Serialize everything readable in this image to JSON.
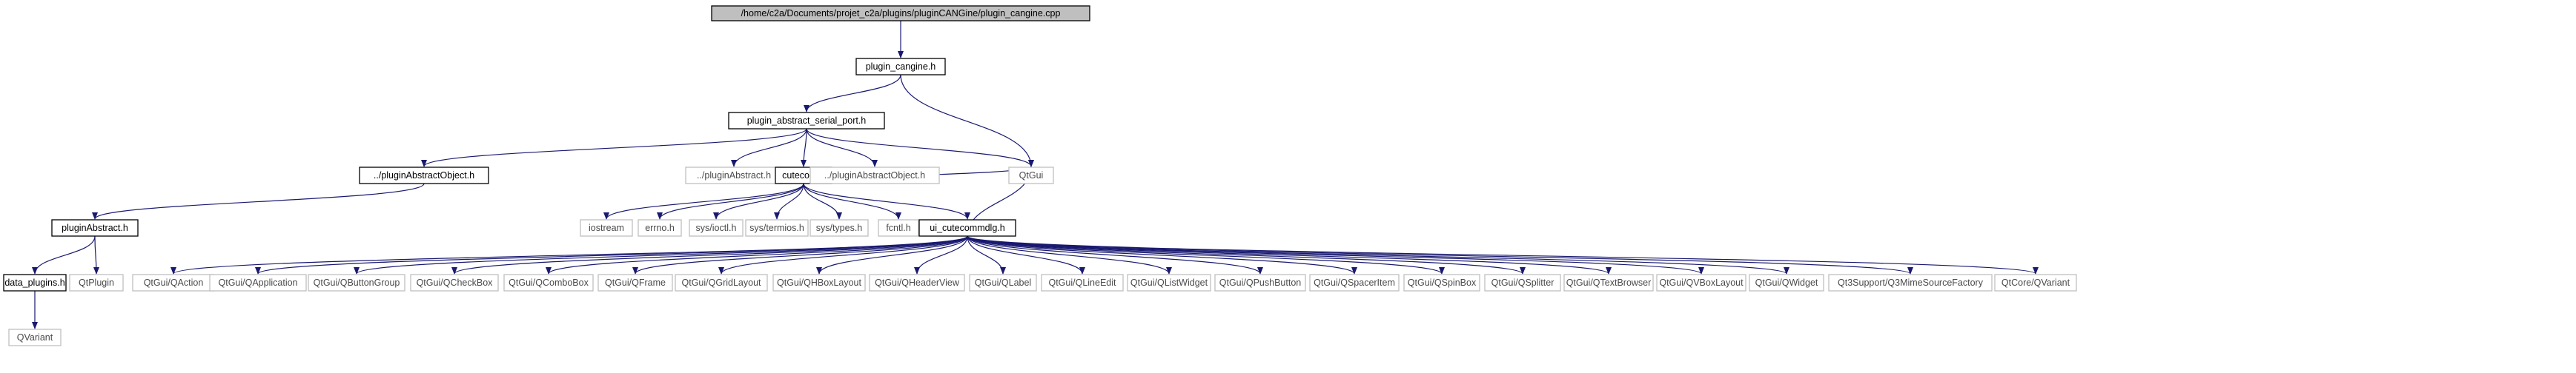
{
  "colors": {
    "edge": "#191970",
    "root_fill": "#bfbfbf",
    "documented_border": "#000000",
    "external_border": "#bfbfbf"
  },
  "nodes": [
    {
      "id": "root",
      "label": "/home/c2a/Documents/projet_c2a/plugins/pluginCANGine/plugin_cangine.cpp",
      "kind": "root"
    },
    {
      "id": "plugin_cangine_h",
      "label": "plugin_cangine.h",
      "kind": "doc"
    },
    {
      "id": "serial_port_h",
      "label": "plugin_abstract_serial_port.h",
      "kind": "doc"
    },
    {
      "id": "pluginAbstractObject_left",
      "label": "../pluginAbstractObject.h",
      "kind": "doc"
    },
    {
      "id": "pluginAbstract_ext",
      "label": "../pluginAbstract.h",
      "kind": "ext"
    },
    {
      "id": "cutecom_h",
      "label": "cutecom.h",
      "kind": "doc"
    },
    {
      "id": "pluginAbstractObject_ext",
      "label": "../pluginAbstractObject.h",
      "kind": "ext"
    },
    {
      "id": "pluginAbstract_h",
      "label": "pluginAbstract.h",
      "kind": "doc"
    },
    {
      "id": "iostream",
      "label": "iostream",
      "kind": "ext"
    },
    {
      "id": "errno",
      "label": "errno.h",
      "kind": "ext"
    },
    {
      "id": "ioctl",
      "label": "sys/ioctl.h",
      "kind": "ext"
    },
    {
      "id": "termios",
      "label": "sys/termios.h",
      "kind": "ext"
    },
    {
      "id": "types",
      "label": "sys/types.h",
      "kind": "ext"
    },
    {
      "id": "fcntl",
      "label": "fcntl.h",
      "kind": "ext"
    },
    {
      "id": "ui_cutecommdlg",
      "label": "ui_cutecommdlg.h",
      "kind": "doc"
    },
    {
      "id": "QtGui",
      "label": "QtGui",
      "kind": "ext"
    },
    {
      "id": "data_plugins",
      "label": "data_plugins.h",
      "kind": "doc"
    },
    {
      "id": "QtPlugin",
      "label": "QtPlugin",
      "kind": "ext"
    },
    {
      "id": "QVariant",
      "label": "QVariant",
      "kind": "ext"
    },
    {
      "id": "QAction",
      "label": "QtGui/QAction",
      "kind": "ext"
    },
    {
      "id": "QApplication",
      "label": "QtGui/QApplication",
      "kind": "ext"
    },
    {
      "id": "QButtonGroup",
      "label": "QtGui/QButtonGroup",
      "kind": "ext"
    },
    {
      "id": "QCheckBox",
      "label": "QtGui/QCheckBox",
      "kind": "ext"
    },
    {
      "id": "QComboBox",
      "label": "QtGui/QComboBox",
      "kind": "ext"
    },
    {
      "id": "QFrame",
      "label": "QtGui/QFrame",
      "kind": "ext"
    },
    {
      "id": "QGridLayout",
      "label": "QtGui/QGridLayout",
      "kind": "ext"
    },
    {
      "id": "QHBoxLayout",
      "label": "QtGui/QHBoxLayout",
      "kind": "ext"
    },
    {
      "id": "QHeaderView",
      "label": "QtGui/QHeaderView",
      "kind": "ext"
    },
    {
      "id": "QLabel",
      "label": "QtGui/QLabel",
      "kind": "ext"
    },
    {
      "id": "QLineEdit",
      "label": "QtGui/QLineEdit",
      "kind": "ext"
    },
    {
      "id": "QListWidget",
      "label": "QtGui/QListWidget",
      "kind": "ext"
    },
    {
      "id": "QPushButton",
      "label": "QtGui/QPushButton",
      "kind": "ext"
    },
    {
      "id": "QSpacerItem",
      "label": "QtGui/QSpacerItem",
      "kind": "ext"
    },
    {
      "id": "QSpinBox",
      "label": "QtGui/QSpinBox",
      "kind": "ext"
    },
    {
      "id": "QSplitter",
      "label": "QtGui/QSplitter",
      "kind": "ext"
    },
    {
      "id": "QTextBrowser",
      "label": "QtGui/QTextBrowser",
      "kind": "ext"
    },
    {
      "id": "QVBoxLayout",
      "label": "QtGui/QVBoxLayout",
      "kind": "ext"
    },
    {
      "id": "QWidget",
      "label": "QtGui/QWidget",
      "kind": "ext"
    },
    {
      "id": "Q3MimeSourceFactory",
      "label": "Qt3Support/Q3MimeSourceFactory",
      "kind": "ext"
    },
    {
      "id": "QCoreQVariant",
      "label": "QtCore/QVariant",
      "kind": "ext"
    }
  ],
  "edges": [
    [
      "root",
      "plugin_cangine_h"
    ],
    [
      "plugin_cangine_h",
      "serial_port_h"
    ],
    [
      "plugin_cangine_h",
      "QtGui"
    ],
    [
      "serial_port_h",
      "pluginAbstractObject_left"
    ],
    [
      "serial_port_h",
      "pluginAbstract_ext"
    ],
    [
      "serial_port_h",
      "cutecom_h"
    ],
    [
      "serial_port_h",
      "pluginAbstractObject_ext"
    ],
    [
      "serial_port_h",
      "QtGui"
    ],
    [
      "pluginAbstractObject_left",
      "pluginAbstract_h"
    ],
    [
      "pluginAbstract_h",
      "data_plugins"
    ],
    [
      "pluginAbstract_h",
      "QtPlugin"
    ],
    [
      "data_plugins",
      "QVariant"
    ],
    [
      "cutecom_h",
      "iostream"
    ],
    [
      "cutecom_h",
      "errno"
    ],
    [
      "cutecom_h",
      "ioctl"
    ],
    [
      "cutecom_h",
      "termios"
    ],
    [
      "cutecom_h",
      "types"
    ],
    [
      "cutecom_h",
      "fcntl"
    ],
    [
      "cutecom_h",
      "ui_cutecommdlg"
    ],
    [
      "cutecom_h",
      "QtGui"
    ],
    [
      "ui_cutecommdlg",
      "QtGui"
    ],
    [
      "ui_cutecommdlg",
      "QAction"
    ],
    [
      "ui_cutecommdlg",
      "QApplication"
    ],
    [
      "ui_cutecommdlg",
      "QButtonGroup"
    ],
    [
      "ui_cutecommdlg",
      "QCheckBox"
    ],
    [
      "ui_cutecommdlg",
      "QComboBox"
    ],
    [
      "ui_cutecommdlg",
      "QFrame"
    ],
    [
      "ui_cutecommdlg",
      "QGridLayout"
    ],
    [
      "ui_cutecommdlg",
      "QHBoxLayout"
    ],
    [
      "ui_cutecommdlg",
      "QHeaderView"
    ],
    [
      "ui_cutecommdlg",
      "QLabel"
    ],
    [
      "ui_cutecommdlg",
      "QLineEdit"
    ],
    [
      "ui_cutecommdlg",
      "QListWidget"
    ],
    [
      "ui_cutecommdlg",
      "QPushButton"
    ],
    [
      "ui_cutecommdlg",
      "QSpacerItem"
    ],
    [
      "ui_cutecommdlg",
      "QSpinBox"
    ],
    [
      "ui_cutecommdlg",
      "QSplitter"
    ],
    [
      "ui_cutecommdlg",
      "QTextBrowser"
    ],
    [
      "ui_cutecommdlg",
      "QVBoxLayout"
    ],
    [
      "ui_cutecommdlg",
      "QWidget"
    ],
    [
      "ui_cutecommdlg",
      "Q3MimeSourceFactory"
    ],
    [
      "ui_cutecommdlg",
      "QCoreQVariant"
    ]
  ]
}
